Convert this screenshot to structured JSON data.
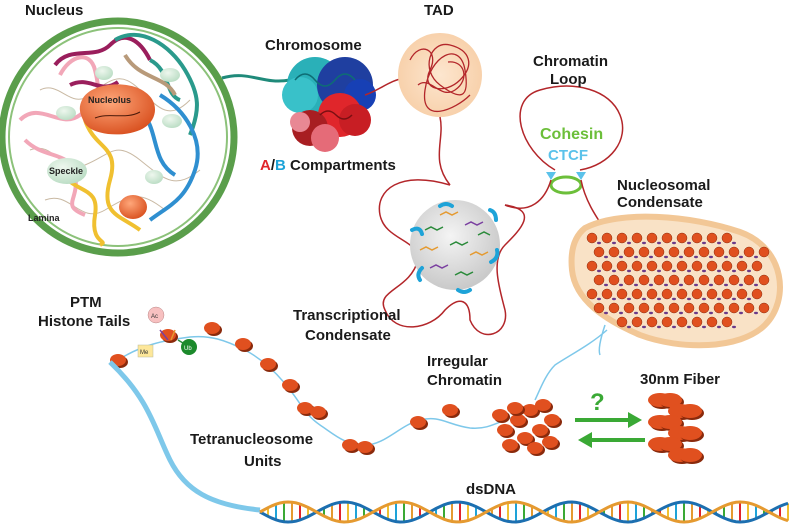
{
  "labels": {
    "nucleus": "Nucleus",
    "nucleolus": "Nucleolus",
    "speckle": "Speckle",
    "lamina": "Lamina",
    "chromosome": "Chromosome",
    "compartments_a": "A",
    "compartments_slash": "/",
    "compartments_b": "B",
    "compartments_rest": " Compartments",
    "tad": "TAD",
    "chromatin_loop_line1": "Chromatin",
    "chromatin_loop_line2": "Loop",
    "cohesin": "Cohesin",
    "ctcf": "CTCF",
    "nucleosomal_line1": "Nucleosomal",
    "nucleosomal_line2": "Condensate",
    "transcriptional_line1": "Transcriptional",
    "transcriptional_line2": "Condensate",
    "ptm_line1": "PTM",
    "ptm_line2": "Histone Tails",
    "mark_ac": "Ac",
    "mark_me": "Me",
    "mark_ub": "Ub",
    "irregular_line1": "Irregular",
    "irregular_line2": "Chromatin",
    "fiber_30nm": "30nm Fiber",
    "question": "?",
    "tetra_line1": "Tetranucleosome",
    "tetra_line2": "Units",
    "dsdna": "dsDNA"
  },
  "colors": {
    "compartment_a": "#e0262b",
    "compartment_b": "#1ea3d8",
    "cohesin": "#6cbf3a",
    "ctcf": "#5bc2ea",
    "nucleosome": "#e0501f",
    "linker": "#7ec8ea",
    "loop": "#b3262a",
    "arrow": "#3aa935",
    "nucleus_ring": "#5a9e4b"
  }
}
